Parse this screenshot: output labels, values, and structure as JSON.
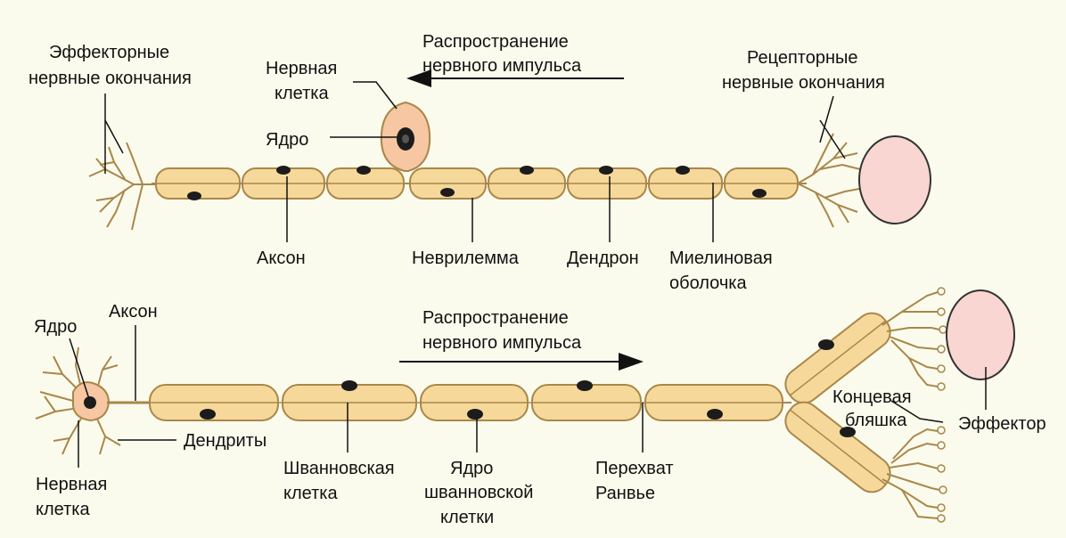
{
  "colors": {
    "background": "#fbfbed",
    "sheath_fill": "#f6d99a",
    "sheath_stroke": "#a9874a",
    "cell_body_fill": "#f6c7a2",
    "receptor_fill": "#f9d6d2",
    "nucleus": "#1c1c1c",
    "line": "#111111"
  },
  "top_diagram": {
    "direction_label_line1": "Распространение",
    "direction_label_line2": "нервного импульса",
    "direction": "left",
    "effector_endings_line1": "Эффекторные",
    "effector_endings_line2": "нервные окончания",
    "nerve_cell_line1": "Нервная",
    "nerve_cell_line2": "клетка",
    "nucleus": "Ядро",
    "receptor_endings_line1": "Рецепторные",
    "receptor_endings_line2": "нервные окончания",
    "axon": "Аксон",
    "neurilemma": "Неврилемма",
    "dendron": "Дендрон",
    "myelin_line1": "Миелиновая",
    "myelin_line2": "оболочка"
  },
  "bottom_diagram": {
    "nucleus": "Ядро",
    "axon": "Аксон",
    "direction_label_line1": "Распространение",
    "direction_label_line2": "нервного импульса",
    "direction": "right",
    "dendrites": "Дендриты",
    "nerve_cell_line1": "Нервная",
    "nerve_cell_line2": "клетка",
    "schwann_cell_line1": "Шванновская",
    "schwann_cell_line2": "клетка",
    "schwann_nucleus_line1": "Ядро",
    "schwann_nucleus_line2": "шванновской",
    "schwann_nucleus_line3": "клетки",
    "node_line1": "Перехват",
    "node_line2": "Ранвье",
    "end_plate_line1": "Концевая",
    "end_plate_line2": "бляшка",
    "effector": "Эффектор"
  }
}
